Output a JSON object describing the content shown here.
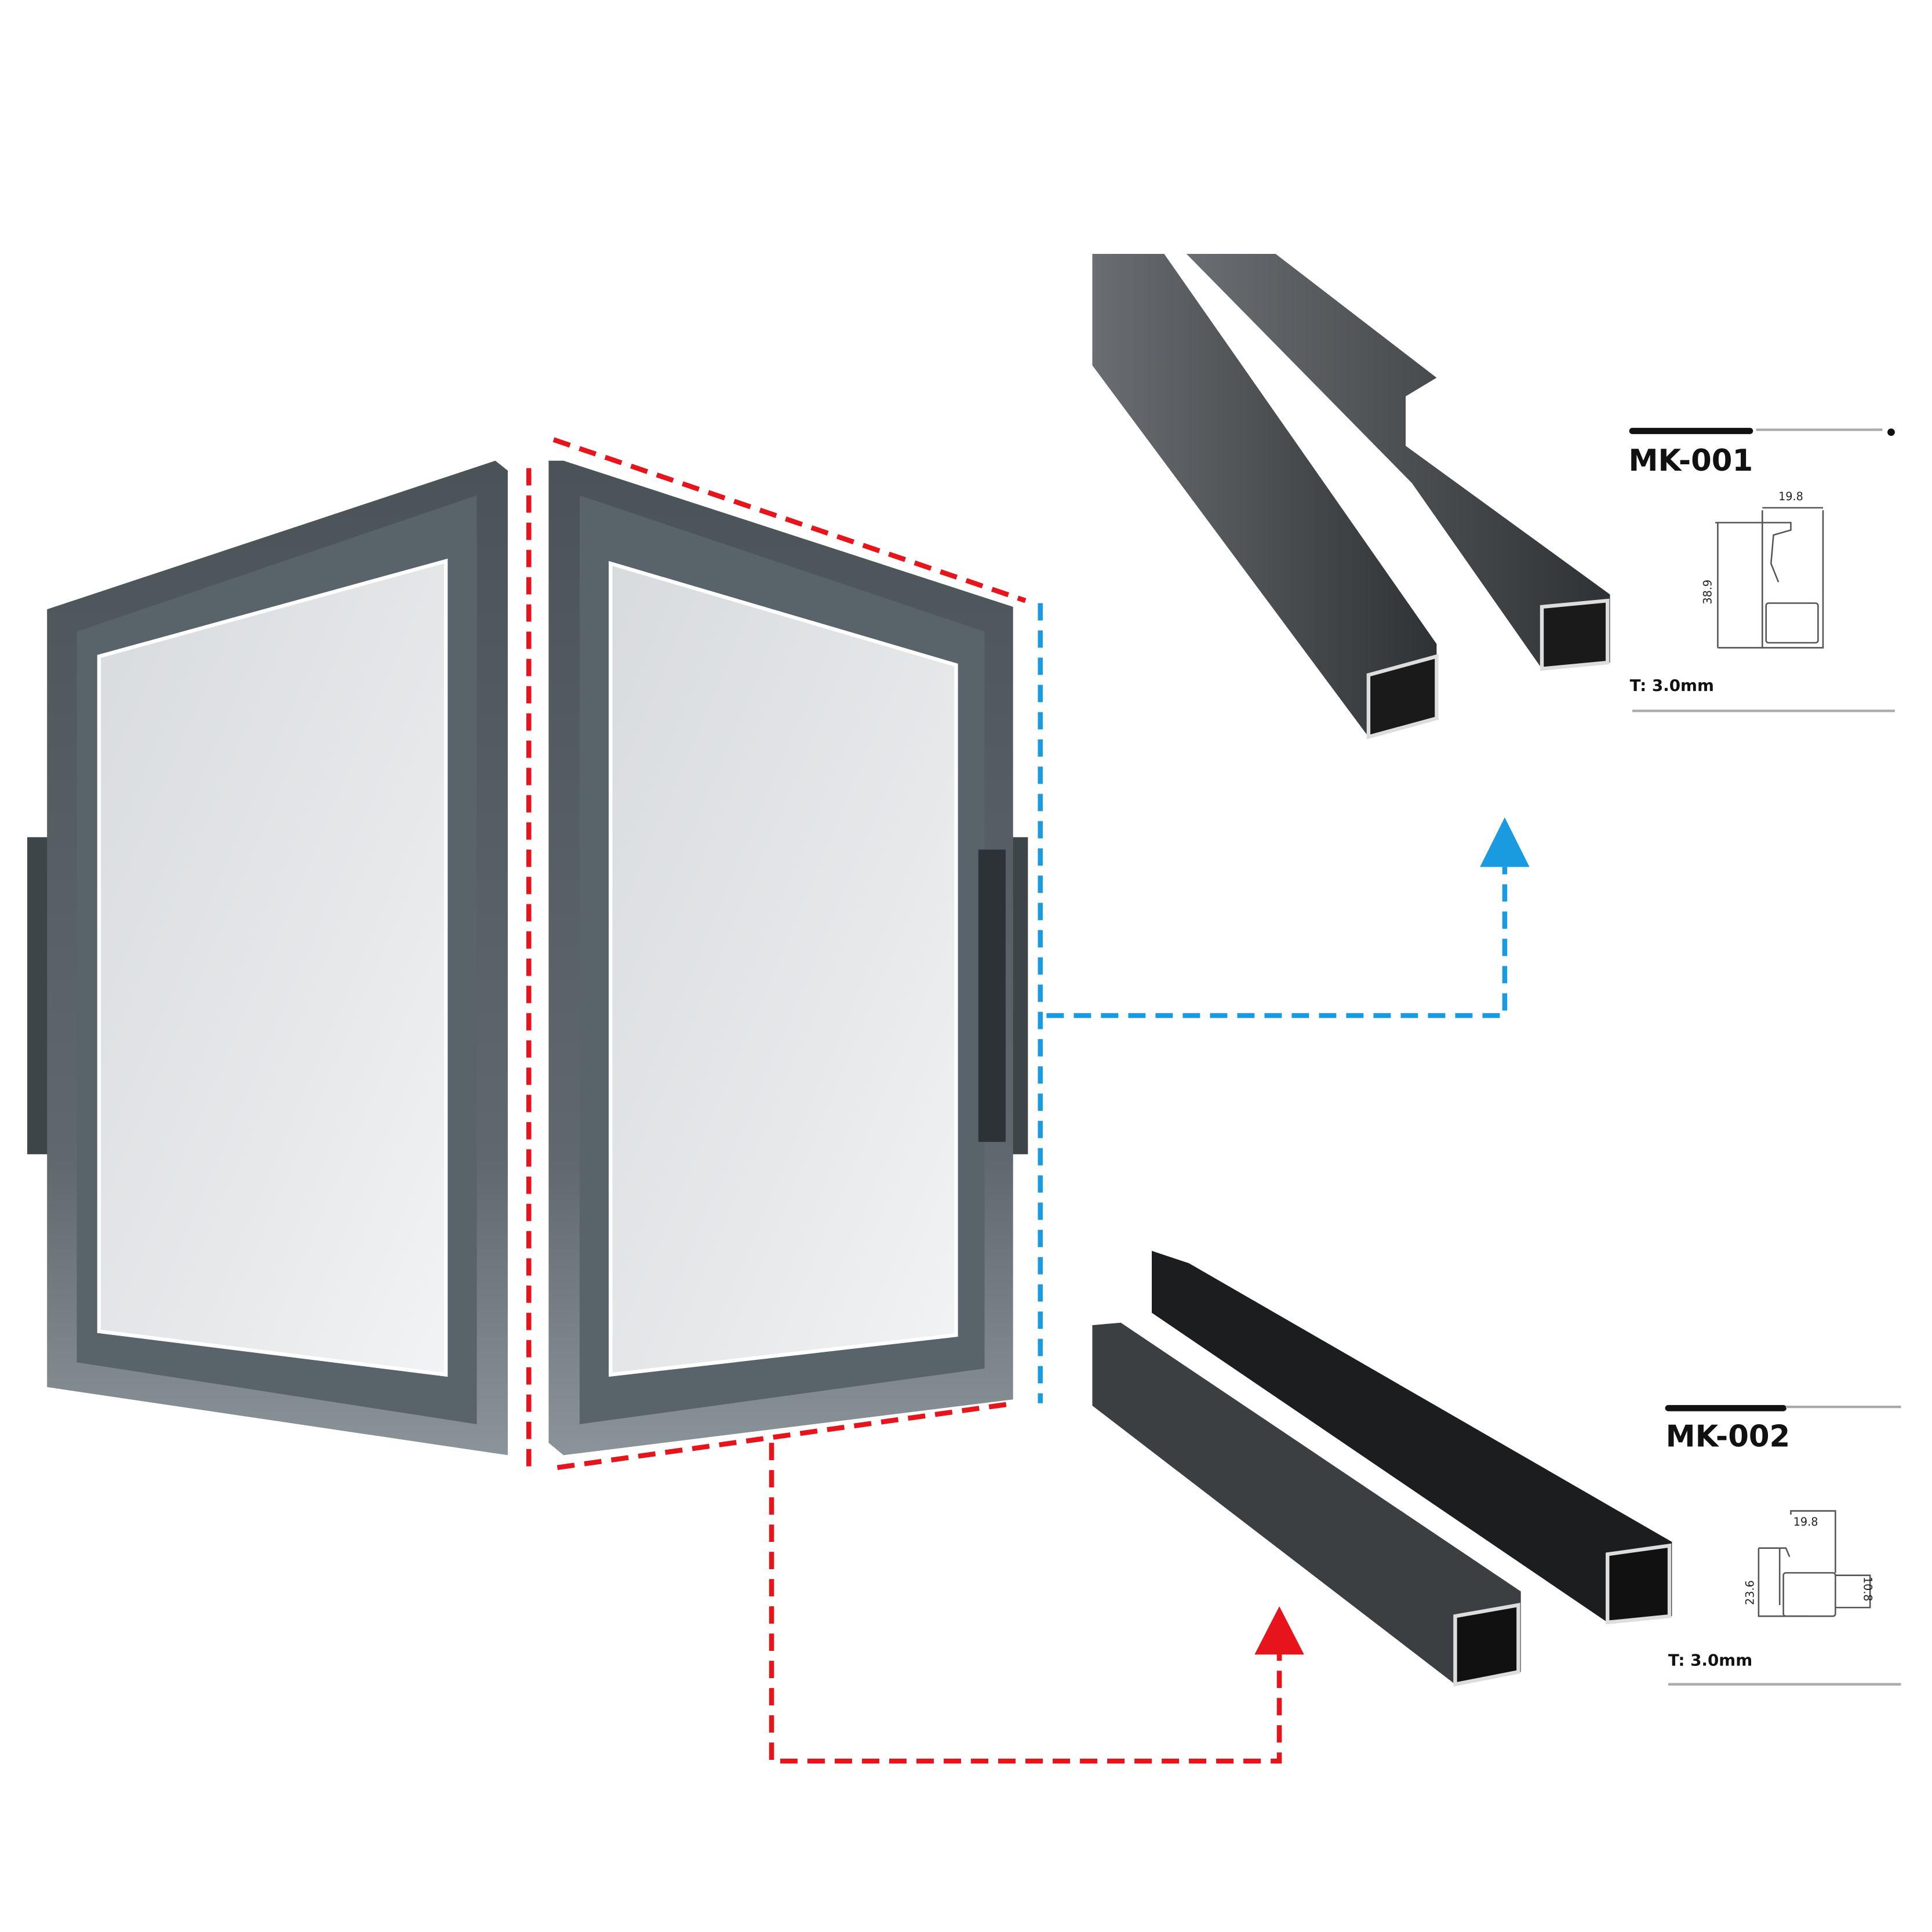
{
  "colors": {
    "frame": "#4a5358",
    "frame_light": "#8a9499",
    "glass": "#e6e8ea",
    "profile": "#3c3f42",
    "profile_dark": "#1c1d1f",
    "red_dash": "#e8141b",
    "blue_dash": "#1a9be0"
  },
  "profiles": [
    {
      "model": "MK-001",
      "width_dim": "19.8",
      "height_dim": "38.9",
      "thickness": "T: 3.0mm",
      "connector_color": "blue"
    },
    {
      "model": "MK-002",
      "width_dim": "19.8",
      "height_dim": "23.6",
      "inner_dim": "10.8",
      "thickness": "T: 3.0mm",
      "connector_color": "red"
    }
  ]
}
